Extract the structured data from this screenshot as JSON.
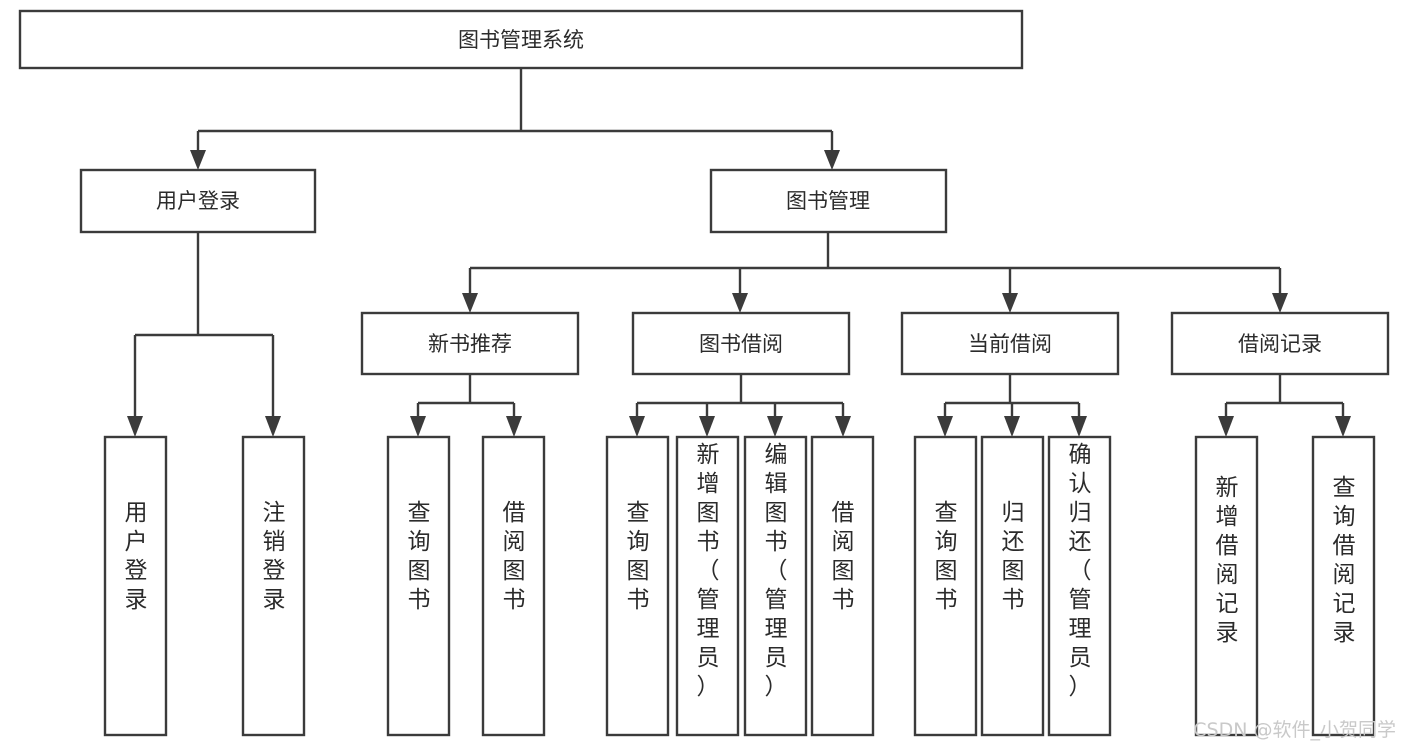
{
  "diagram": {
    "type": "tree-hierarchy",
    "title": "图书管理系统",
    "orientation": "top-down",
    "colors": {
      "box_stroke": "#3b3b3b",
      "box_fill": "#ffffff",
      "connector": "#3b3b3b",
      "text": "#2b2b2b",
      "watermark": "#c9c9c9",
      "background": "#ffffff"
    },
    "root": {
      "label": "图书管理系统"
    },
    "level1": [
      {
        "label": "用户登录"
      },
      {
        "label": "图书管理"
      }
    ],
    "level2": [
      {
        "label": "新书推荐"
      },
      {
        "label": "图书借阅"
      },
      {
        "label": "当前借阅"
      },
      {
        "label": "借阅记录"
      }
    ],
    "leaves": {
      "user_login": [
        {
          "label": "用户登录"
        },
        {
          "label": "注销登录"
        }
      ],
      "new_book_recommend": [
        {
          "label": "查询图书"
        },
        {
          "label": "借阅图书"
        }
      ],
      "book_borrow": [
        {
          "label": "查询图书"
        },
        {
          "label": "新增图书（管理员）"
        },
        {
          "label": "编辑图书（管理员）"
        },
        {
          "label": "借阅图书"
        }
      ],
      "current_borrow": [
        {
          "label": "查询图书"
        },
        {
          "label": "归还图书"
        },
        {
          "label": "确认归还（管理员）"
        }
      ],
      "borrow_record": [
        {
          "label": "新增借阅记录"
        },
        {
          "label": "查询借阅记录"
        }
      ]
    }
  },
  "watermark": {
    "text": "CSDN @软件_小贺同学"
  }
}
